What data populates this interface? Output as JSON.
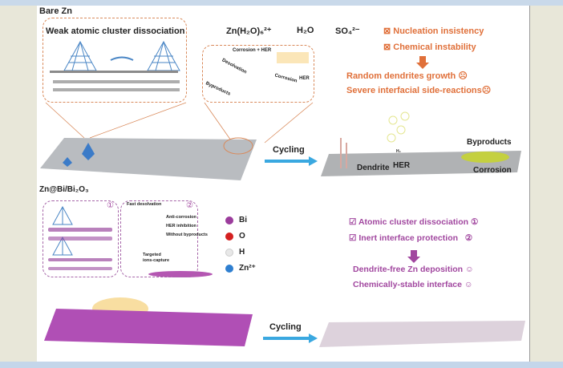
{
  "top_section": {
    "title": "Bare Zn",
    "cluster_box_title": "Weak atomic cluster dissociation",
    "legend": {
      "zn_complex": "Zn(H₂O)₆²⁺",
      "water": "H₂O",
      "sulfate": "SO₄²⁻"
    },
    "reaction_box": {
      "corrosion_her": "Corrosion + HER",
      "desolvation": "Desolvation",
      "byproducts": "Byproducts",
      "corrosion": "Corrosion",
      "her": "HER"
    },
    "issues": [
      "⊠ Nucleation insistency",
      "⊠ Chemical instability"
    ],
    "results": [
      "Random dendrites growth ☹",
      "Severe interfacial side-reactions☹"
    ],
    "cycling": "Cycling",
    "after": {
      "dendrite": "Dendrite",
      "her": "HER",
      "h2": "H₂",
      "byproducts": "Byproducts",
      "corrosion": "Corrosion"
    }
  },
  "bottom_section": {
    "title": "Zn@Bi/Bi₂O₃",
    "box1_number": "①",
    "box2_number": "②",
    "box2": {
      "fast_desolvation": "Fast desolvation",
      "anti_corrosion": "Anti-corrosion",
      "her_inhibition": "HER inhibition",
      "without_byproducts": "Without byproducts",
      "targeted": "Targeted",
      "ions_capture": "ions-capture"
    },
    "legend": [
      {
        "label": "Bi",
        "color": "#9b3c9c"
      },
      {
        "label": "O",
        "color": "#d42020"
      },
      {
        "label": "H",
        "color": "#e8e8e8"
      },
      {
        "label": "Zn²⁺",
        "color": "#2f7fd0"
      }
    ],
    "benefits": [
      "☑ Atomic cluster dissociation ①",
      "☑ Inert interface protection   ②"
    ],
    "results": [
      "Dendrite-free Zn deposition ☺",
      "Chemically-stable interface ☺"
    ],
    "cycling": "Cycling"
  },
  "colors": {
    "orange": "#e0703a",
    "purple": "#a1479f",
    "arrow_blue": "#3aa8e0"
  }
}
